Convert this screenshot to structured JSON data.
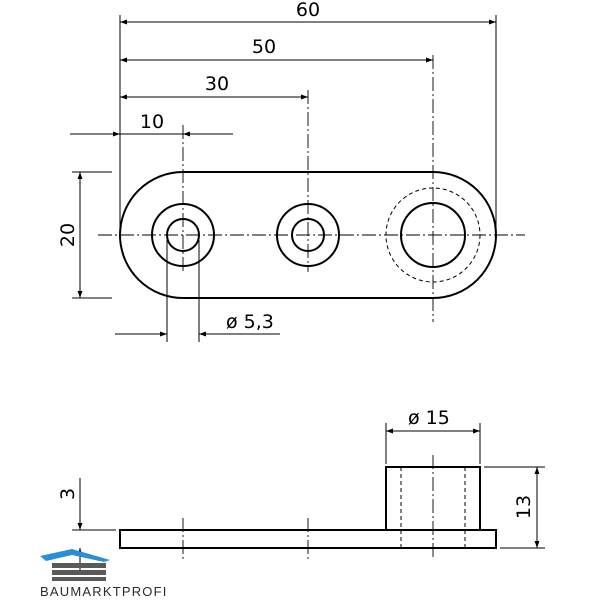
{
  "top_view": {
    "dim_60": "60",
    "dim_50": "50",
    "dim_30": "30",
    "dim_10": "10",
    "dim_20": "20",
    "dim_hole": "ø 5,3"
  },
  "side_view": {
    "dim_15": "ø 15",
    "dim_3": "3",
    "dim_13": "13"
  },
  "logo": {
    "text": "BAUMARKTPROFI",
    "colors": {
      "blue": "#2a8fd4",
      "grey": "#5a5a5a"
    }
  }
}
